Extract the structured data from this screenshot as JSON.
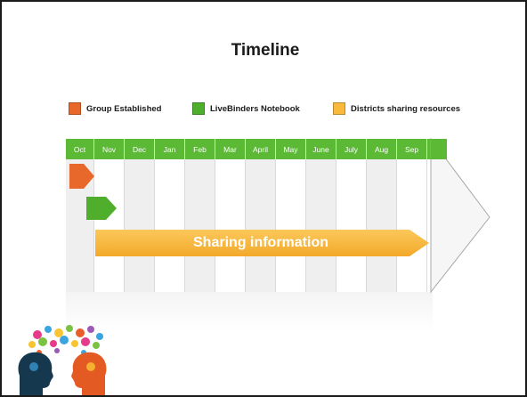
{
  "title": "Timeline",
  "legend": [
    {
      "label": "Group Established",
      "color": "#e8672b"
    },
    {
      "label": "LiveBinders Notebook",
      "color": "#4fae2c"
    },
    {
      "label": "Districts sharing resources",
      "color": "#f8b93c"
    }
  ],
  "months": [
    "Oct",
    "Nov",
    "Dec",
    "Jan",
    "Feb",
    "Mar",
    "April",
    "May",
    "June",
    "July",
    "Aug",
    "Sep"
  ],
  "timeline": {
    "group_established_month": "Oct",
    "livebinders_month": "Nov",
    "sharing_bar_label": "Sharing information",
    "sharing_start": "Nov",
    "sharing_end": "Sep"
  },
  "colors": {
    "month_band": "#5cb936",
    "orange": "#e8672b",
    "green": "#4fae2c",
    "yellow": "#f8b93c"
  }
}
